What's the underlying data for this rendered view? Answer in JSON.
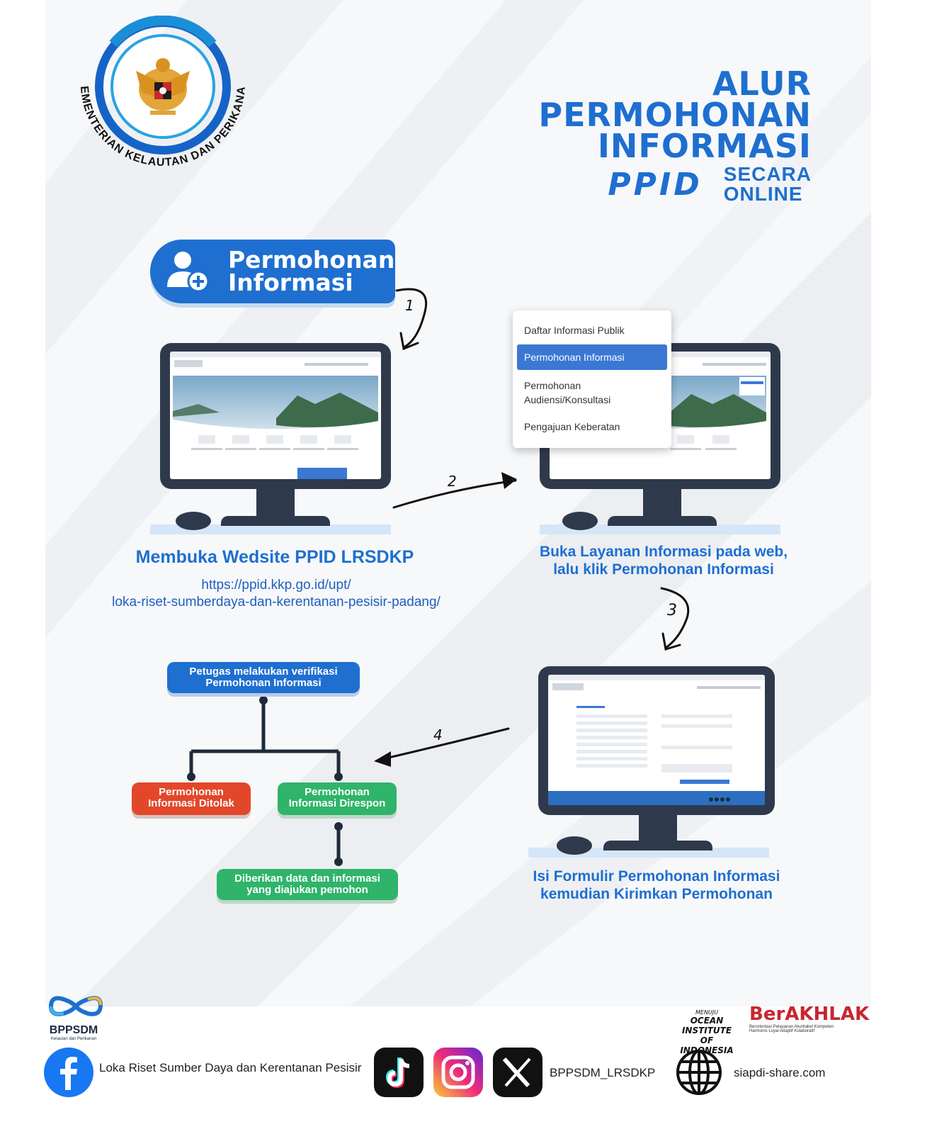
{
  "org": {
    "ring_text": "KEMENTERIAN KELAUTAN DAN PERIKANAN"
  },
  "title": {
    "line1": "ALUR",
    "line2": "PERMOHONAN",
    "line3": "INFORMASI",
    "ppid": "PPID",
    "secara": "SECARA",
    "online": "ONLINE"
  },
  "start_button": {
    "line1": "Permohonan",
    "line2": "Informasi"
  },
  "steps": {
    "n1": "1",
    "n2": "2",
    "n3": "3",
    "n4": "4"
  },
  "menu": {
    "item1": "Daftar Informasi Publik",
    "item2": "Permohonan Informasi",
    "item3_line1": "Permohonan",
    "item3_line2": "Audiensi/Konsultasi",
    "item4": "Pengajuan Keberatan"
  },
  "captions": {
    "step1": "Membuka Wedsite PPID LRSDKP",
    "url_line1": "https://ppid.kkp.go.id/upt/",
    "url_line2": "loka-riset-sumberdaya-dan-kerentanan-pesisir-padang/",
    "step2_line1": "Buka Layanan Informasi pada web,",
    "step2_line2": "lalu klik Permohonan Informasi",
    "step3_line1": "Isi Formulir Permohonan Informasi",
    "step3_line2": "kemudian Kirimkan Permohonan"
  },
  "flow": {
    "verify_line1": "Petugas melakukan verifikasi",
    "verify_line2": "Permohonan Informasi",
    "rejected_line1": "Permohonan",
    "rejected_line2": "Informasi Ditolak",
    "responded_line1": "Permohonan",
    "responded_line2": "Informasi Direspon",
    "given_line1": "Diberikan data dan informasi",
    "given_line2": "yang diajukan pemohon"
  },
  "footer": {
    "bppsdm": "BPPSDM",
    "bppsdm_sub": "Kelautan dan Perikanan",
    "facebook": "Loka Riset Sumber Daya dan Kerentanan Pesisir",
    "handle": "BPPSDM_LRSDKP",
    "website": "siapdi-share.com",
    "ocean_line1": "MENUJU",
    "ocean_line2": "OCEAN INSTITUTE",
    "ocean_line3": "OF INDONESIA",
    "berakhlak": "BerAKHLAK",
    "berakhlak_sub1": "Berorientasi Pelayanan Akuntabel Kompeten",
    "berakhlak_sub2": "Harmonis Loyal Adaptif Kolaboratif"
  },
  "colors": {
    "brand_blue": "#1e6fd0",
    "reject_red": "#e2472a",
    "accept_green": "#2fb46a",
    "monitor": "#2e3a4c"
  }
}
